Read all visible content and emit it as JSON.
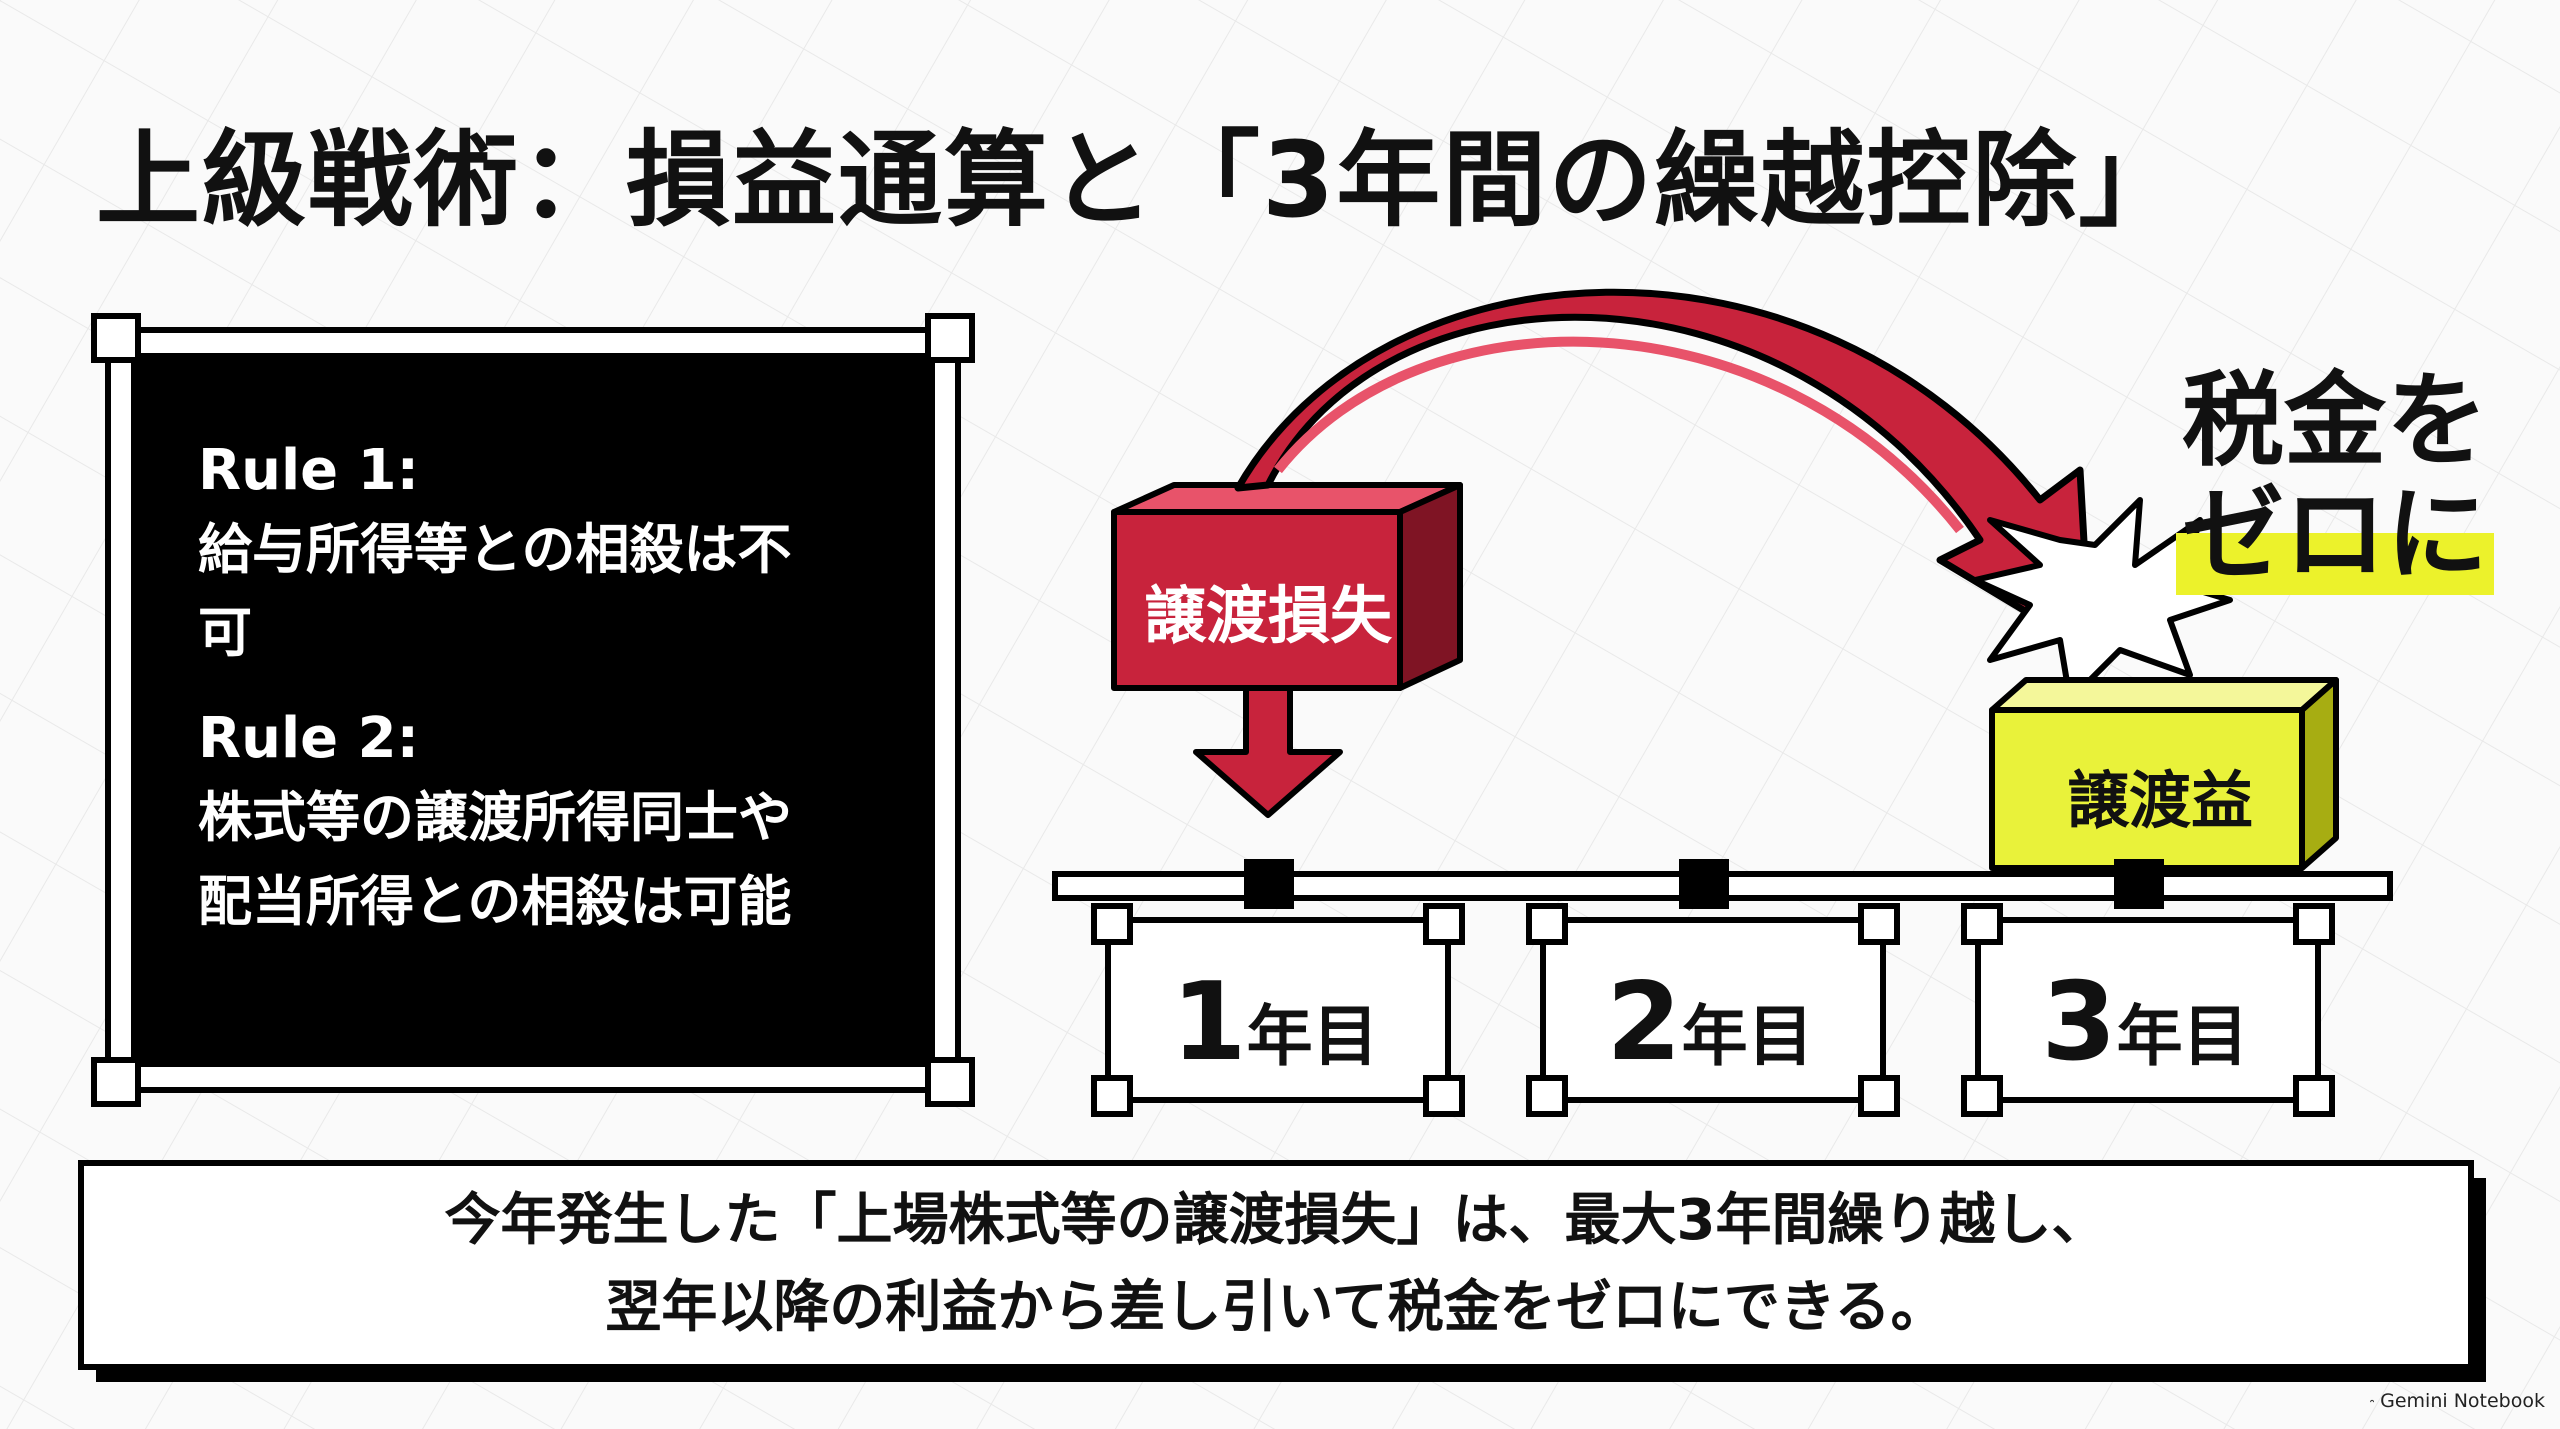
{
  "title": "上級戦術：損益通算と「3年間の繰越控除」",
  "rules": [
    {
      "heading": "Rule 1:",
      "lines": [
        "給与所得等との相殺は不",
        "可"
      ]
    },
    {
      "heading": "Rule 2:",
      "lines": [
        "株式等の譲渡所得同士や",
        "配当所得との相殺は可能"
      ]
    }
  ],
  "diagram": {
    "loss_label": "譲渡損失",
    "gain_label": "譲渡益",
    "years": [
      {
        "number": "1",
        "suffix": "年目"
      },
      {
        "number": "2",
        "suffix": "年目"
      },
      {
        "number": "3",
        "suffix": "年目"
      }
    ],
    "callout": {
      "line1": "税金を",
      "line2": "ゼロに"
    },
    "colors": {
      "loss": "#c8233c",
      "gain": "#e9f23a",
      "highlight": "#ecf22b"
    }
  },
  "summary": {
    "line1": "今年発生した「上場株式等の譲渡損失」は、最大3年間繰り越し、",
    "line2": "翌年以降の利益から差し引いて税金をゼロにできる。"
  },
  "footer": {
    "brand": "Gemini Notebook",
    "icon": "gemini-logo-icon"
  }
}
